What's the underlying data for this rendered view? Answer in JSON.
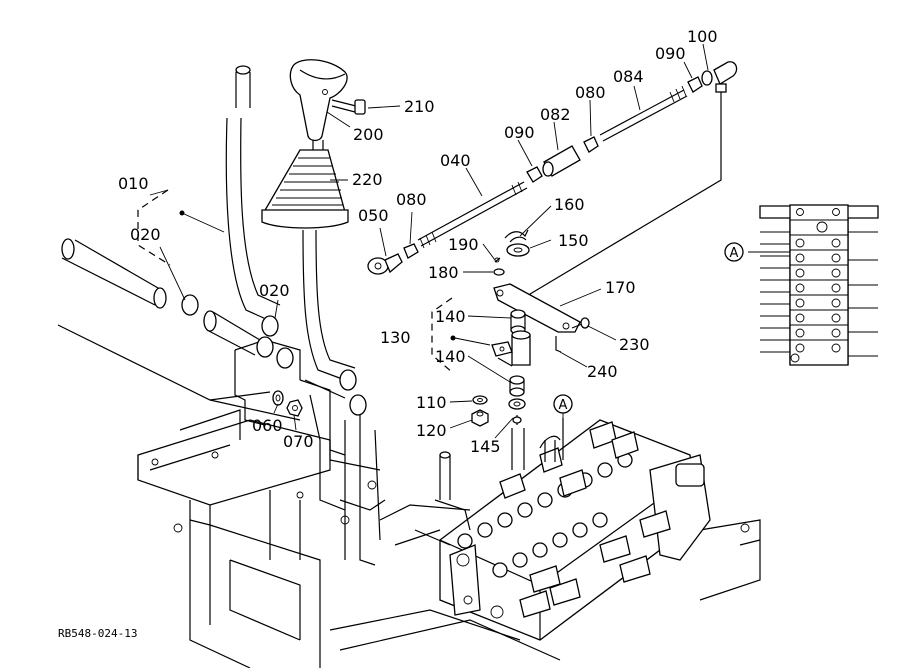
{
  "figure_id": "RB548-024-13",
  "colors": {
    "ink": "#000000",
    "paper": "#ffffff"
  },
  "callouts": [
    {
      "id": "c010",
      "label": "010"
    },
    {
      "id": "c020a",
      "label": "020"
    },
    {
      "id": "c020b",
      "label": "020"
    },
    {
      "id": "c040",
      "label": "040"
    },
    {
      "id": "c050",
      "label": "050"
    },
    {
      "id": "c060",
      "label": "060"
    },
    {
      "id": "c070",
      "label": "070"
    },
    {
      "id": "c080a",
      "label": "080"
    },
    {
      "id": "c080b",
      "label": "080"
    },
    {
      "id": "c082",
      "label": "082"
    },
    {
      "id": "c084",
      "label": "084"
    },
    {
      "id": "c090a",
      "label": "090"
    },
    {
      "id": "c090b",
      "label": "090"
    },
    {
      "id": "c100",
      "label": "100"
    },
    {
      "id": "c110",
      "label": "110"
    },
    {
      "id": "c120",
      "label": "120"
    },
    {
      "id": "c130",
      "label": "130"
    },
    {
      "id": "c140a",
      "label": "140"
    },
    {
      "id": "c140b",
      "label": "140"
    },
    {
      "id": "c145",
      "label": "145"
    },
    {
      "id": "c150",
      "label": "150"
    },
    {
      "id": "c160",
      "label": "160"
    },
    {
      "id": "c170",
      "label": "170"
    },
    {
      "id": "c180",
      "label": "180"
    },
    {
      "id": "c190",
      "label": "190"
    },
    {
      "id": "c200",
      "label": "200"
    },
    {
      "id": "c210",
      "label": "210"
    },
    {
      "id": "c220",
      "label": "220"
    },
    {
      "id": "c230",
      "label": "230"
    },
    {
      "id": "c240",
      "label": "240"
    }
  ],
  "reference_marks": [
    {
      "id": "refA1",
      "label": "A"
    },
    {
      "id": "refA2",
      "label": "A"
    }
  ]
}
